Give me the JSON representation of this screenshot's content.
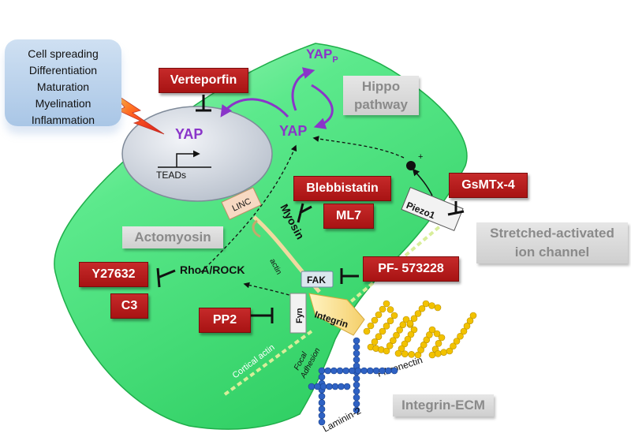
{
  "outcomes": [
    "Cell spreading",
    "Differentiation",
    "Maturation",
    "Myelination",
    "Inflammation"
  ],
  "inhibitors": {
    "verteporfin": "Verteporfin",
    "blebbistatin": "Blebbistatin",
    "ml7": "ML7",
    "gsmtx4": "GsMTx-4",
    "pf573228": "PF- 573228",
    "y27632": "Y27632",
    "c3": "C3",
    "pp2": "PP2"
  },
  "pathways": {
    "hippo": [
      "Hippo",
      "pathway"
    ],
    "actomyosin": "Actomyosin",
    "stretch_channel": [
      "Stretched-activated",
      "ion channel"
    ],
    "integrin_ecm": "Integrin-ECM"
  },
  "molecules": {
    "yap_nucleus": "YAP",
    "yap_cytoplasm": "YAP",
    "yap_p": "YAP",
    "yap_p_sub": "P",
    "teads": "TEADs",
    "linc": "LINC",
    "myosin": "Myosin",
    "rhoa_rock": "RhoA/ROCK",
    "actin": "actin",
    "fak": "FAK",
    "fyn": "Fyn",
    "integrin": "Integrin",
    "piezo1": "Piezo1",
    "cortical_actin": "Cortical actin",
    "focal_adhesion": [
      "Focal",
      "Adhesion"
    ],
    "fibronectin": "Fibronectin",
    "laminin2": "Laminin-2",
    "plus": "+"
  },
  "colors": {
    "cell_fill": "#3fe078",
    "cell_light": "#a8f5bf",
    "inhibitor_red": "#b71c1c",
    "yap_purple": "#8a35c9",
    "fibronectin_yellow": "#f2c200",
    "laminin_blue": "#2f62c4"
  }
}
